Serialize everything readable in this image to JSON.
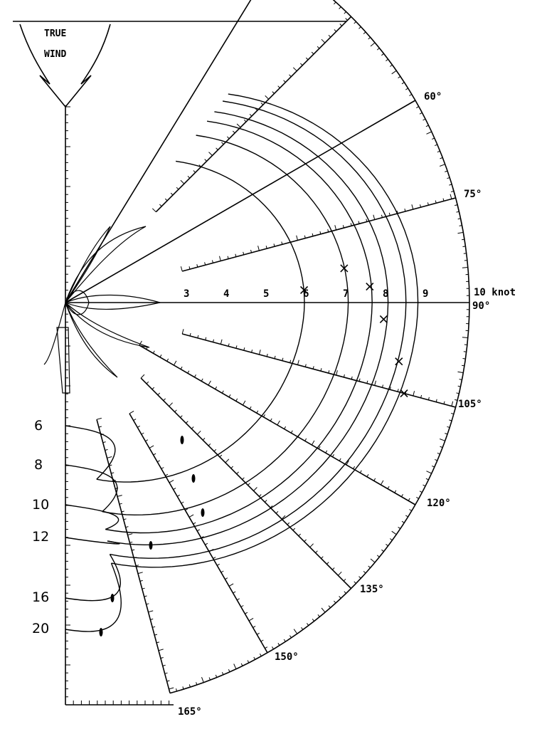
{
  "wind_arrow": {
    "line1": "TRUE",
    "line2": "WIND"
  },
  "speed_axis": {
    "ticks": [
      "3",
      "4",
      "5",
      "6",
      "7",
      "8",
      "9"
    ],
    "end_label": "10 knot"
  },
  "angle_labels": [
    "60°",
    "75°",
    "90°",
    "105°",
    "120°",
    "135°",
    "150°",
    "165°"
  ],
  "wind_speeds": [
    "6",
    "8",
    "10",
    "12",
    "16",
    "20"
  ],
  "chart_data": {
    "type": "polar",
    "angles_deg": [
      60,
      75,
      90,
      105,
      120,
      135,
      150,
      165
    ],
    "radial_unit": "knot",
    "radial_range": [
      0,
      10
    ],
    "true_wind_speeds": [
      6,
      8,
      10,
      12,
      16,
      20
    ],
    "best_vmg_points_upwind": [
      {
        "wind": 6,
        "angle": 87,
        "speed": 6.0
      },
      {
        "wind": 8,
        "angle": 83,
        "speed": 7.05
      },
      {
        "wind": 10,
        "angle": 87,
        "speed": 7.65
      },
      {
        "wind": 12,
        "angle": 93,
        "speed": 8.0
      },
      {
        "wind": 16,
        "angle": 100,
        "speed": 8.5
      },
      {
        "wind": 20,
        "angle": 105,
        "speed": 8.8
      }
    ]
  }
}
